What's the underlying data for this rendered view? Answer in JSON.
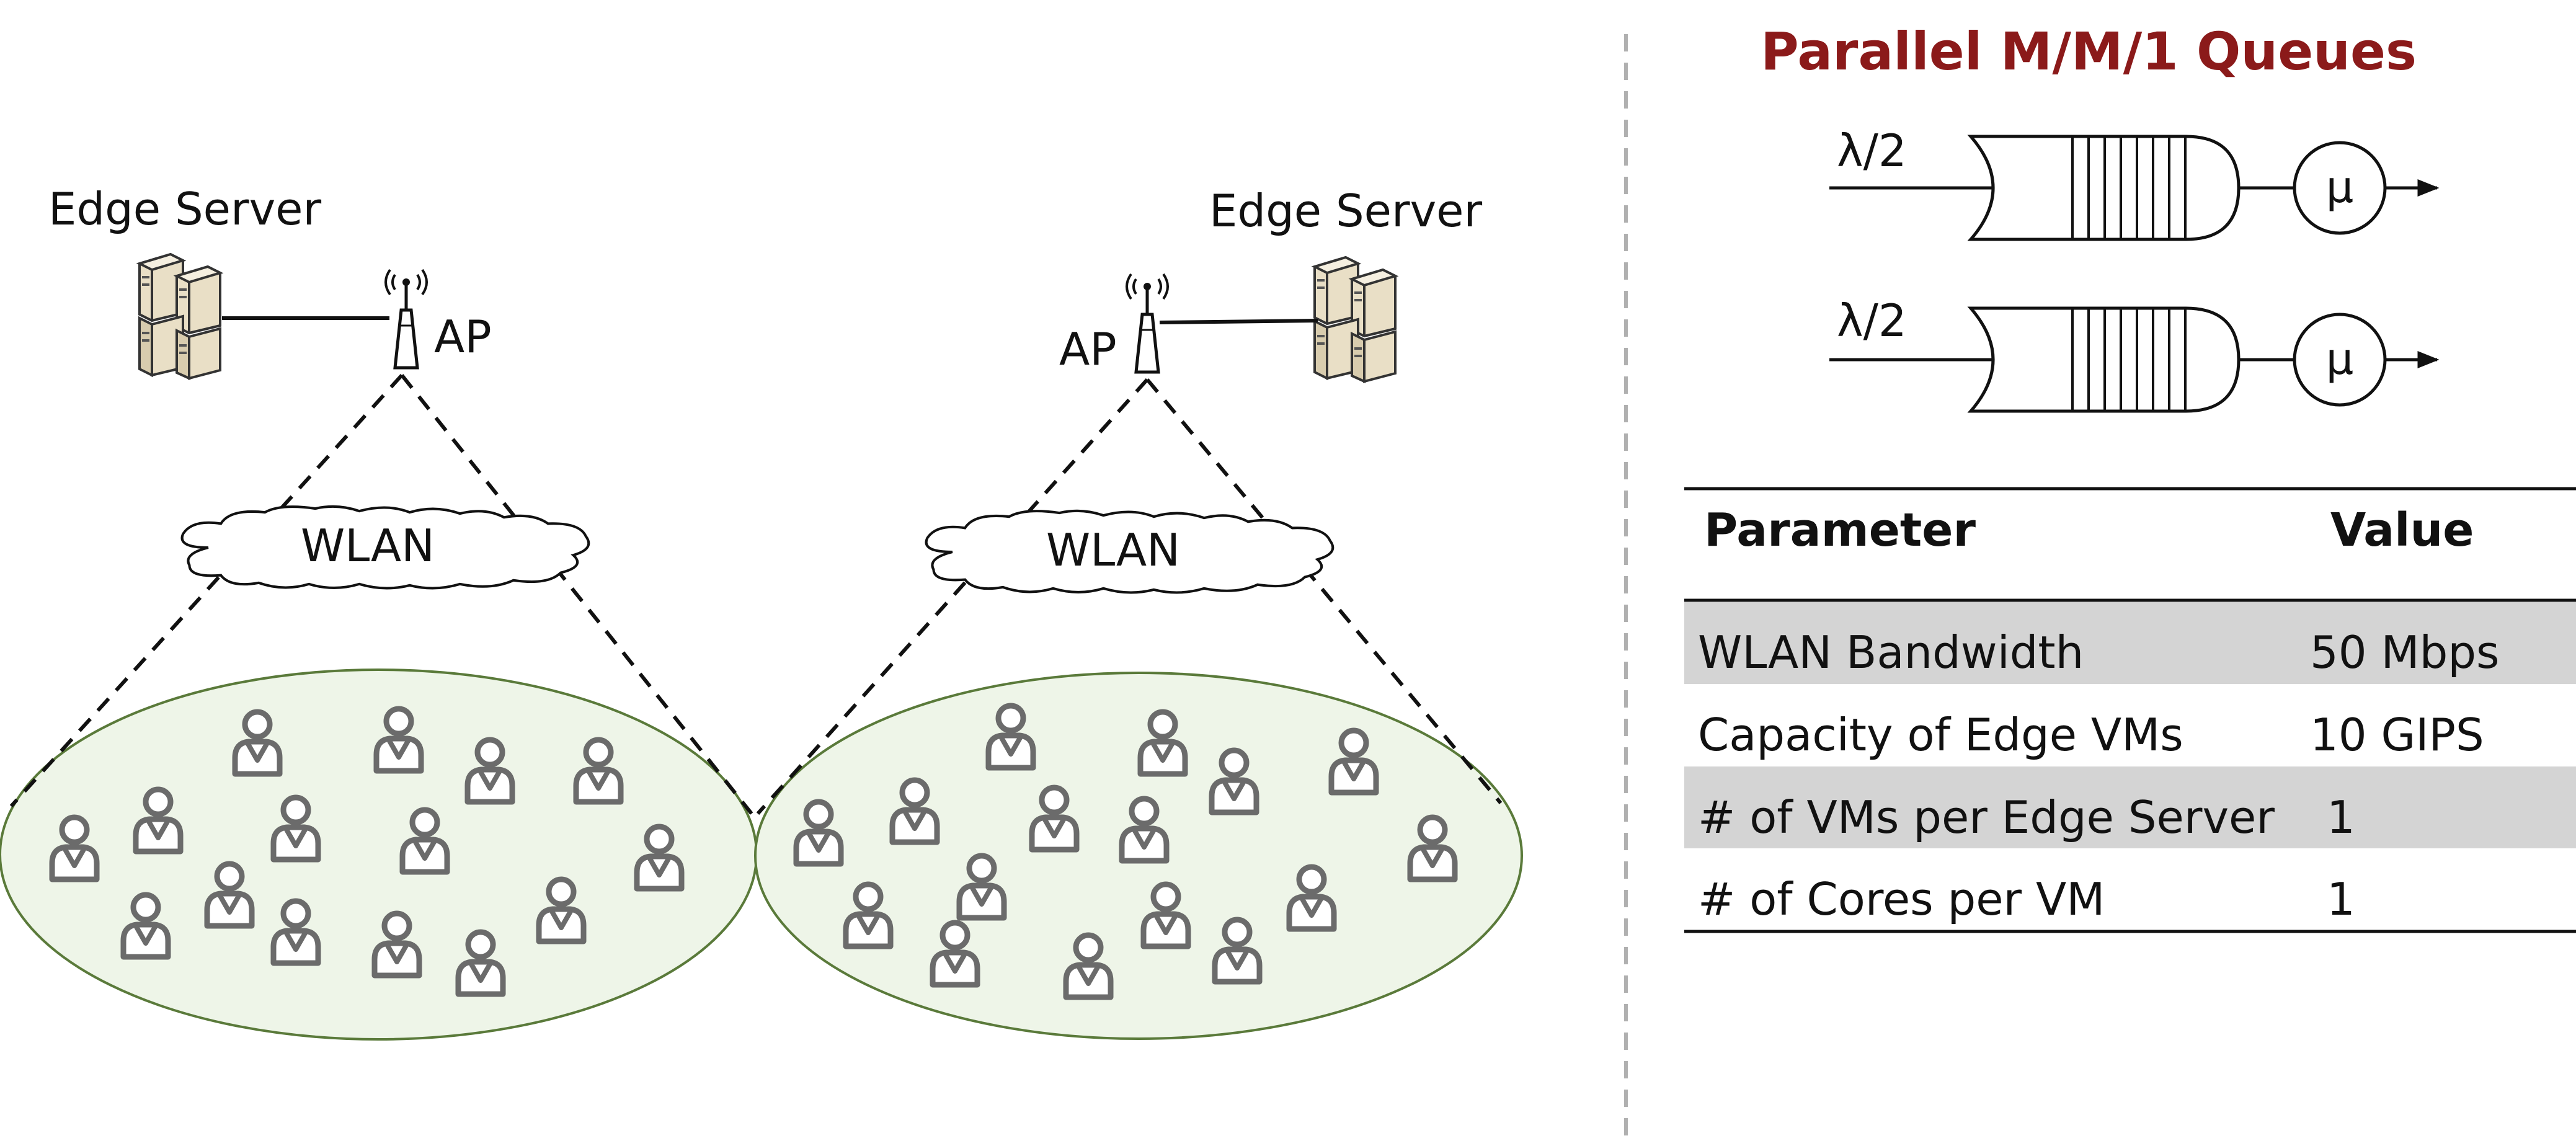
{
  "left_cells": [
    {
      "server_label": "Edge Server",
      "ap_label": "AP",
      "cloud_label": "WLAN"
    },
    {
      "server_label": "Edge Server",
      "ap_label": "AP",
      "cloud_label": "WLAN"
    }
  ],
  "queue_panel": {
    "title": "Parallel M/M/1 Queues",
    "queues": [
      {
        "arrival_label": "λ/2",
        "service_label": "μ"
      },
      {
        "arrival_label": "λ/2",
        "service_label": "μ"
      }
    ]
  },
  "parameter_table": {
    "headers": {
      "parameter": "Parameter",
      "value": "Value"
    },
    "rows": [
      {
        "parameter": "WLAN Bandwidth",
        "value": "50 Mbps",
        "shaded": true
      },
      {
        "parameter": "Capacity of Edge VMs",
        "value": "10 GIPS",
        "shaded": false
      },
      {
        "parameter": "# of VMs per Edge Server",
        "value": "1",
        "shaded": true
      },
      {
        "parameter": "# of Cores per VM",
        "value": "1",
        "shaded": false
      }
    ]
  },
  "colors": {
    "title": "#8b1a1a",
    "cell_fill": "#eef5e8",
    "cell_stroke": "#5a7a3a",
    "user_icon": "#6b6b6b",
    "row_shade": "#d4d4d4",
    "server_fill": "#e8dcc0",
    "divider": "#b0b0b0"
  },
  "icons": {
    "server": "server-rack-icon",
    "access_point": "antenna-icon",
    "user": "user-icon",
    "cloud": "cloud-icon"
  }
}
